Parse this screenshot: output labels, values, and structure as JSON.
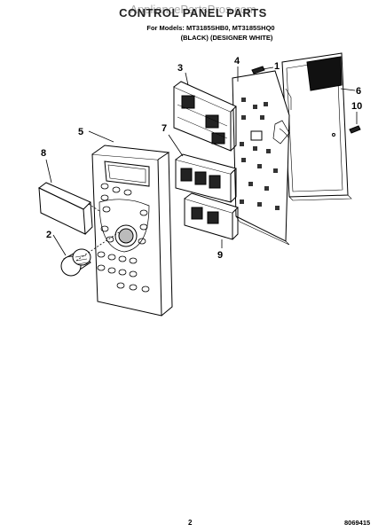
{
  "header": {
    "title": "CONTROL PANEL PARTS",
    "watermark": "AppliancePartsPros.com",
    "models": "For Models: MT3185SHB0, MT3185SHQ0",
    "colors": "(BLACK)   (DESIGNER WHITE)"
  },
  "callouts": [
    "1",
    "2",
    "3",
    "4",
    "5",
    "6",
    "7",
    "8",
    "9",
    "10"
  ],
  "footer": {
    "page": "2",
    "figure_code": "8069415"
  }
}
